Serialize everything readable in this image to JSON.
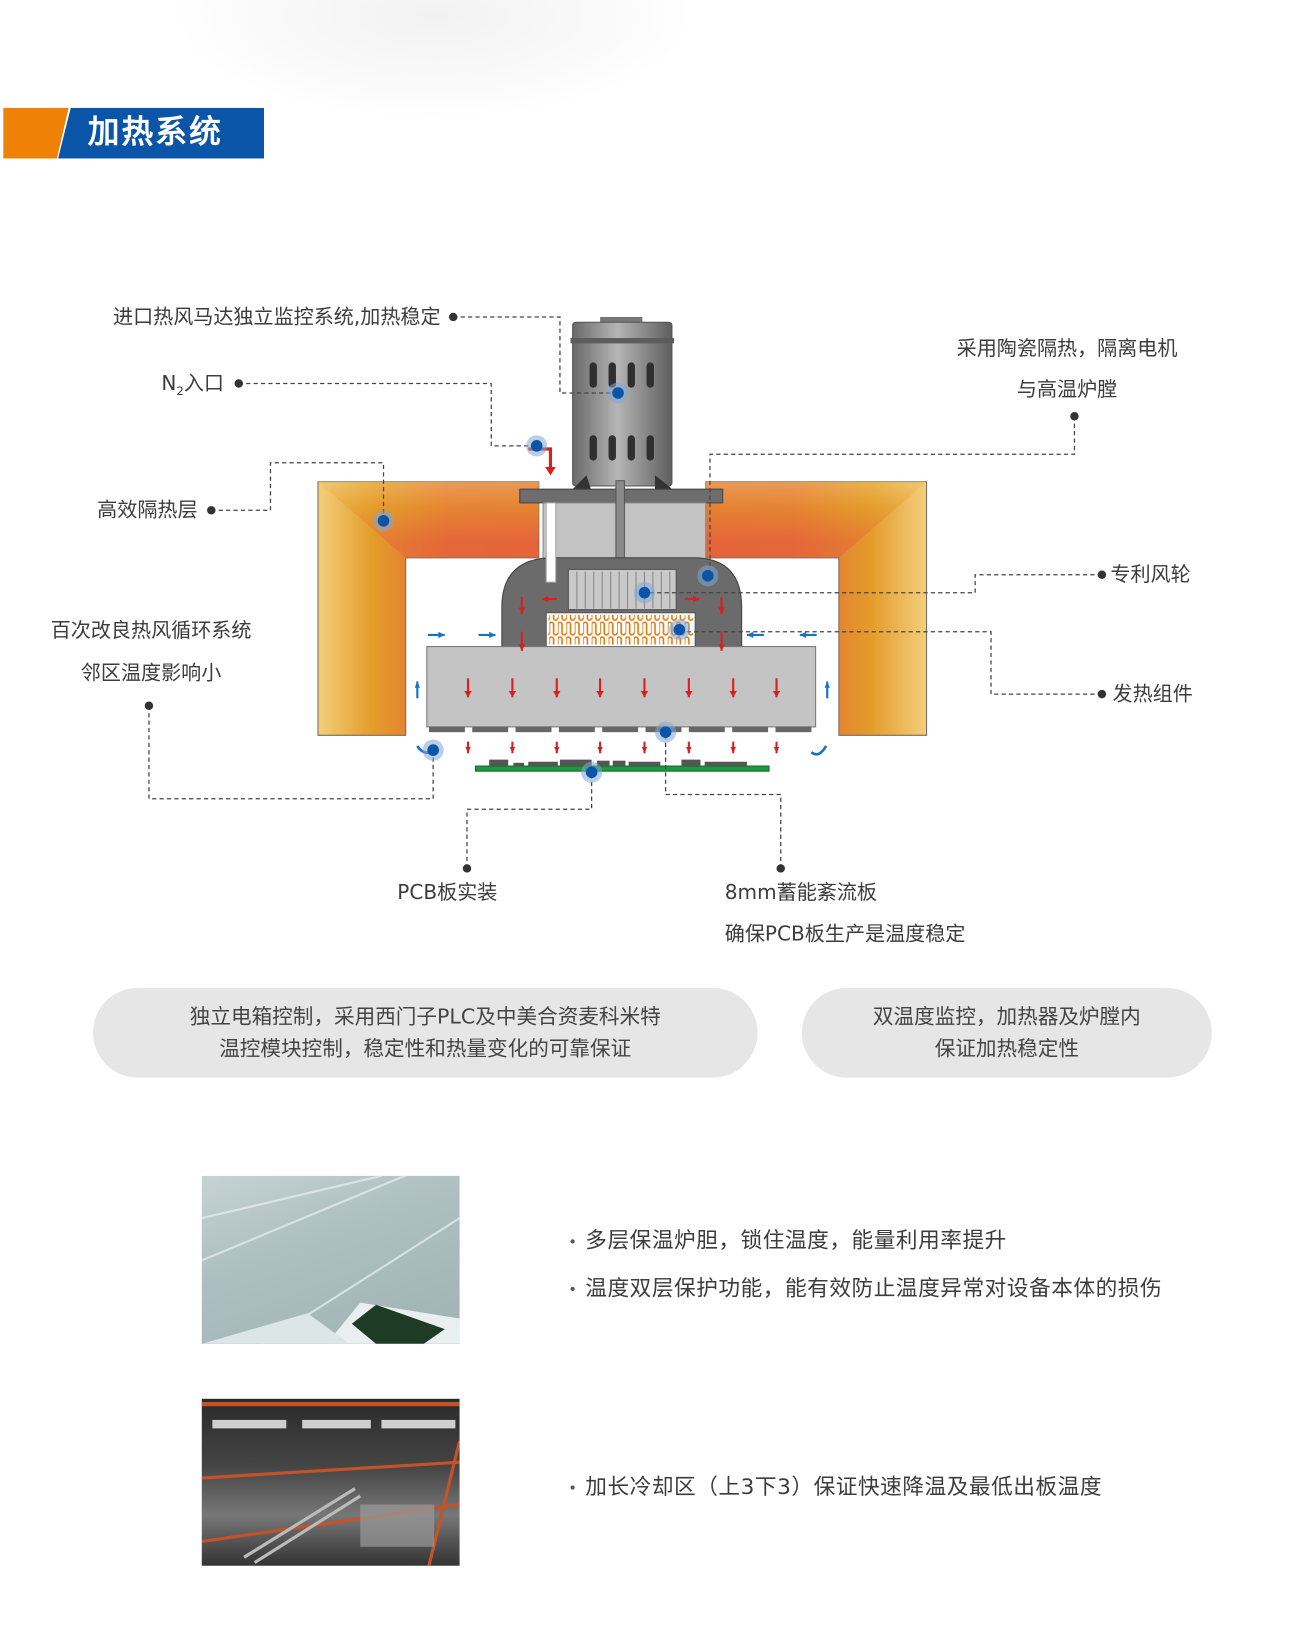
{
  "header": {
    "title": "加热系统"
  },
  "diagram": {
    "labels": {
      "motor": "进口热风马达独立监控系统,加热稳定",
      "n2_inlet_prefix": "N",
      "n2_inlet_sub": "2",
      "n2_inlet_suffix": "入口",
      "insulation": "高效隔热层",
      "circulation_line1": "百次改良热风循环系统",
      "circulation_line2": "邻区温度影响小",
      "ceramic_line1": "采用陶瓷隔热，隔离电机",
      "ceramic_line2": "与高温炉膛",
      "fan": "专利风轮",
      "heater": "发热组件",
      "pcb": "PCB板实装",
      "plate_line1": "8mm蓄能紊流板",
      "plate_line2": "确保PCB板生产是温度稳定"
    },
    "colors": {
      "marker": "#0a55a8",
      "hot_arrow": "#d9201e",
      "cool_arrow": "#1673c4",
      "pcb": "#1a9a3a"
    }
  },
  "features": [
    {
      "line1": "独立电箱控制，采用西门子PLC及中美合资麦科米特",
      "line2": "温控模块控制，稳定性和热量变化的可靠保证"
    },
    {
      "line1": "双温度监控，加热器及炉膛内",
      "line2": "保证加热稳定性"
    }
  ],
  "bullets_group1": [
    "多层保温炉胆，锁住温度，能量利用率提升",
    "温度双层保护功能，能有效防止温度异常对设备本体的损伤"
  ],
  "bullets_group2": [
    "加长冷却区（上3下3）保证快速降温及最低出板温度"
  ]
}
